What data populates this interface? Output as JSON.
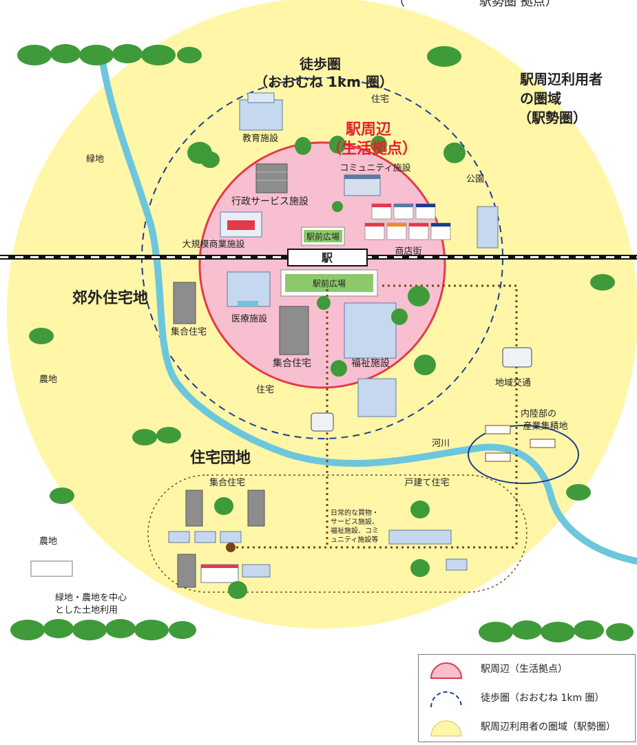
{
  "top_cut_text": "（　　　　　　駅勢圏 拠点）",
  "labels": {
    "walk_title1": "徒歩圏",
    "walk_title2": "（おおむね 1km 圏）",
    "area_title1": "駅周辺利用者",
    "area_title2": "の圏域",
    "area_title3": "（駅勢圏）",
    "core_title1": "駅周辺",
    "core_title2": "（生活拠点）",
    "station": "駅",
    "plaza_top": "駅前広場",
    "plaza_bottom": "駅前広場",
    "education": "教育施設",
    "housing_top": "住宅",
    "community": "コミュニティ施設",
    "park": "公園",
    "green": "緑地",
    "admin": "行政サービス施設",
    "commercial": "大規模商業施設",
    "shopping": "商店街",
    "suburb": "郊外住宅地",
    "apartments_left": "集合住宅",
    "medical": "医療施設",
    "apartments_center": "集合住宅",
    "welfare": "福祉施設",
    "housing_mid": "住宅",
    "farmland_left": "農地",
    "local_transit": "地域交通",
    "industry1": "内陸部の",
    "industry2": "産業集積地",
    "river": "河川",
    "estate": "住宅団地",
    "estate_apartments": "集合住宅",
    "detached": "戸建て住宅",
    "daily1": "日常的な買物・",
    "daily2": "サービス施設、",
    "daily3": "福祉施設、コミ",
    "daily4": "ュニティ施設等",
    "farmland_bottom": "農地",
    "landuse1": "緑地・農地を中心",
    "landuse2": "とした土地利用"
  },
  "legend": [
    {
      "text": "駅周辺（生活拠点）",
      "symbol": "pink-half-circle"
    },
    {
      "text": "徒歩圏（おおむね 1km 圏）",
      "symbol": "dashed-blue-arc"
    },
    {
      "text": "駅周辺利用者の圏域（駅勢圏）",
      "symbol": "yellow-half-circle"
    }
  ],
  "colors": {
    "catchment": "#fff6a8",
    "core": "#f7bfcf",
    "core_border": "#e33a4a",
    "walk_ring": "#1c3d8c",
    "river": "#6cc6dc",
    "trees": "#3f9a3a",
    "path": "#7a4418",
    "core_title": "#e3202e"
  }
}
